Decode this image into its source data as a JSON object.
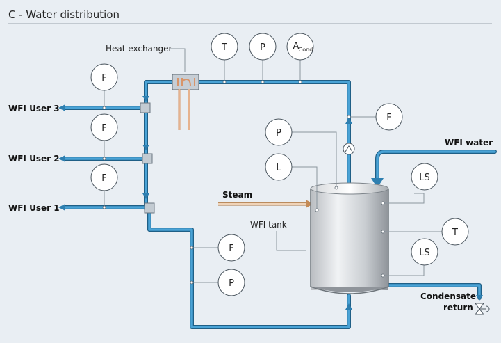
{
  "title": "C - Water distribution",
  "labels": {
    "heat_exchanger": "Heat exchanger",
    "wfi_tank": "WFI tank",
    "steam": "Steam",
    "wfi_water": "WFI water",
    "condensate_line1": "Condensate",
    "condensate_line2": "return",
    "user3": "WFI User 3",
    "user2": "WFI User 2",
    "user1": "WFI User 1"
  },
  "instruments": {
    "t_top": "T",
    "p_top": "P",
    "a_cond_main": "A",
    "a_cond_sub": "Cond",
    "f_user3": "F",
    "f_user2": "F",
    "f_user1": "F",
    "f_right": "F",
    "p_tank": "P",
    "l_tank": "L",
    "ls_top": "LS",
    "t_tank": "T",
    "ls_bottom": "LS",
    "f_return": "F",
    "p_return": "P"
  },
  "colors": {
    "pipe": "#3d93c4",
    "pipe_outline": "#1f5f86",
    "hot_pipe": "#d8956a",
    "background": "#e9eef3",
    "tank_light": "#eceff2",
    "tank_dark": "#9ea3a8"
  }
}
